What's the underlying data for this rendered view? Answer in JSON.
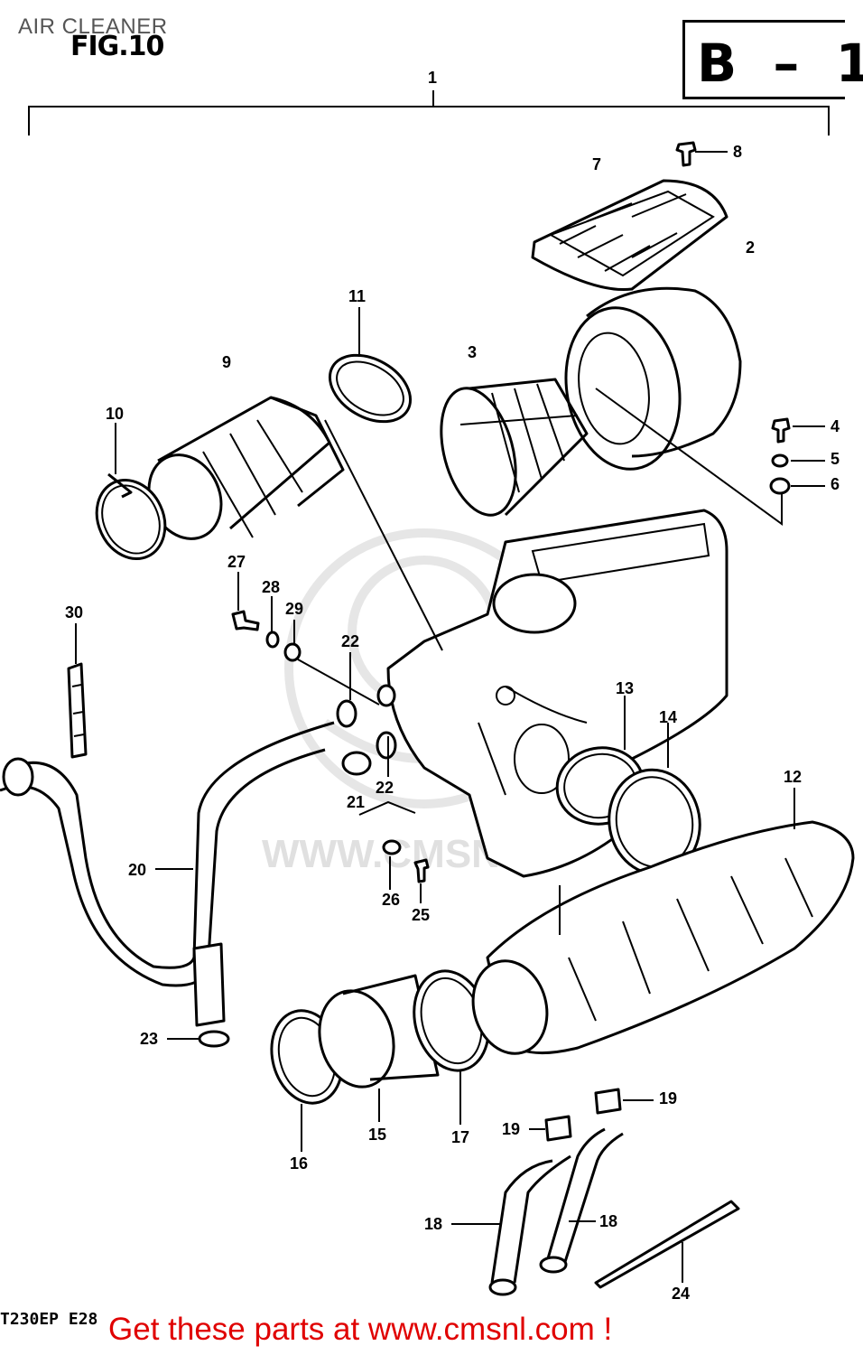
{
  "header": {
    "title": "AIR CLEANER",
    "figure": "FIG.10",
    "reference": "B – 1"
  },
  "watermark_text": "WWW.CMSNL",
  "callouts": [
    "1",
    "2",
    "3",
    "4",
    "5",
    "6",
    "7",
    "8",
    "9",
    "10",
    "11",
    "12",
    "13",
    "14",
    "15",
    "16",
    "17",
    "18",
    "18",
    "19",
    "19",
    "20",
    "21",
    "22",
    "22",
    "23",
    "24",
    "25",
    "26",
    "27",
    "28",
    "29",
    "30"
  ],
  "footer": {
    "code": "T230EP E28",
    "promo": "Get these parts at www.cmsnl.com !"
  }
}
